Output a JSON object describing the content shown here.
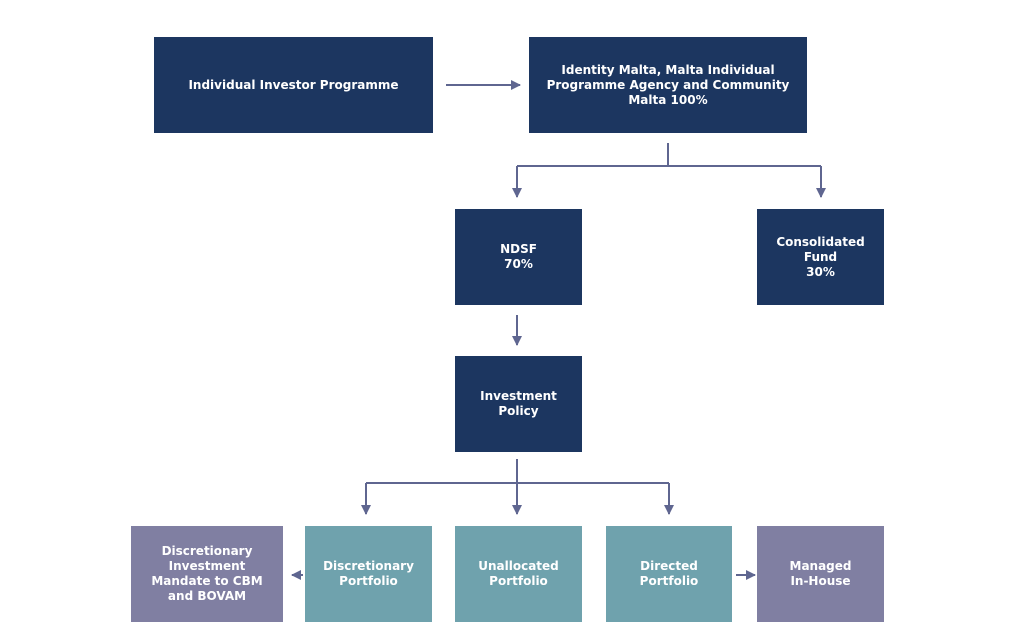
{
  "diagram": {
    "colors": {
      "navy": "#1c3660",
      "teal": "#6fa2ad",
      "purple": "#807fa2",
      "connector": "#5f6690"
    },
    "nodes": {
      "individual_investor_programme": "Individual Investor Programme",
      "identity_malta": "Identity Malta, Malta Individual\nProgramme Agency and Community\nMalta 100%",
      "ndsf": "NDSF\n70%",
      "consolidated_fund": "Consolidated\nFund\n30%",
      "investment_policy": "Investment\nPolicy",
      "discretionary_investment_mandate": "Discretionary\nInvestment\nMandate to CBM\nand BOVAM",
      "discretionary_portfolio": "Discretionary\nPortfolio",
      "unallocated_portfolio": "Unallocated\nPortfolio",
      "directed_portfolio": "Directed\nPortfolio",
      "managed_in_house": "Managed\nIn-House"
    },
    "edges": [
      [
        "individual_investor_programme",
        "identity_malta"
      ],
      [
        "identity_malta",
        "ndsf"
      ],
      [
        "identity_malta",
        "consolidated_fund"
      ],
      [
        "ndsf",
        "investment_policy"
      ],
      [
        "investment_policy",
        "discretionary_portfolio"
      ],
      [
        "investment_policy",
        "unallocated_portfolio"
      ],
      [
        "investment_policy",
        "directed_portfolio"
      ],
      [
        "discretionary_portfolio",
        "discretionary_investment_mandate"
      ],
      [
        "directed_portfolio",
        "managed_in_house"
      ]
    ]
  }
}
